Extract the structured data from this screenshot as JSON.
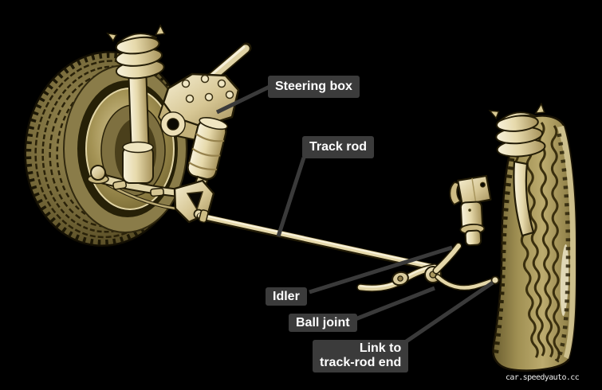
{
  "diagram": {
    "labels": {
      "steering_box": "Steering box",
      "track_rod": "Track rod",
      "idler": "Idler",
      "ball_joint": "Ball joint",
      "link_to_track_rod_end": "Link to\ntrack-rod end"
    },
    "watermark": "car.speedyauto.cc",
    "colors": {
      "background": "#000000",
      "label_background": "#3b3b3b",
      "label_text": "#ffffff",
      "leader_line": "#3a3a3a",
      "metal_light": "#f8f2dc",
      "metal_mid": "#e2d5a7",
      "metal_dark": "#a6925a",
      "tire_light": "#bcab6e",
      "tire_mid": "#8d7f4c",
      "tire_dark": "#433a17",
      "outline": "#241d07",
      "watermark_text": "#ededed"
    }
  }
}
